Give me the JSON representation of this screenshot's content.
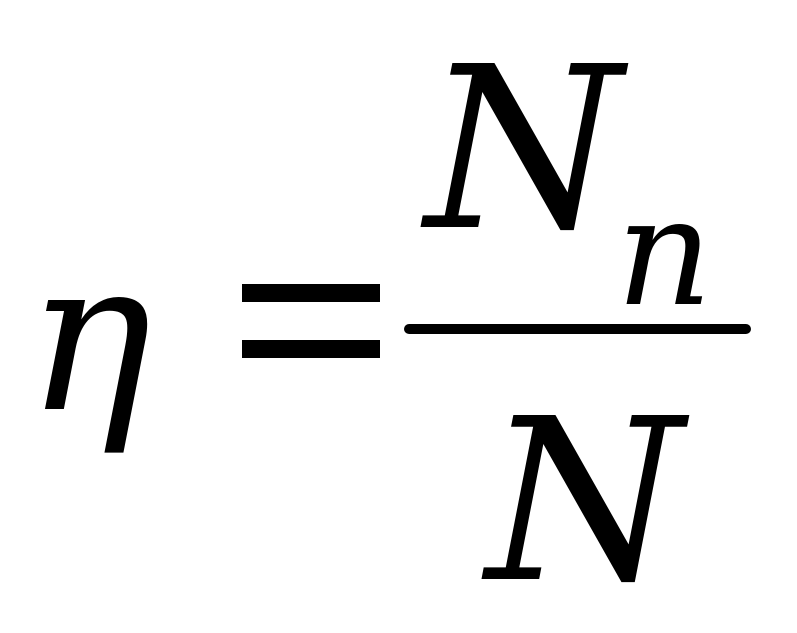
{
  "formula": {
    "lhs": "η",
    "equals": "=",
    "numerator": {
      "base": "N",
      "subscript": "n"
    },
    "denominator": "N"
  }
}
